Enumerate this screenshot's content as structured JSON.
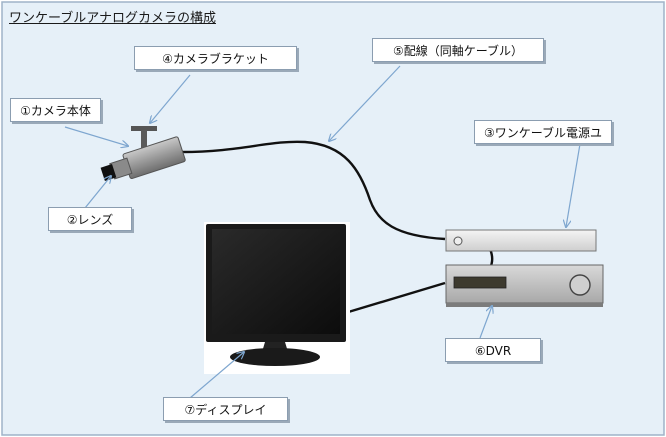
{
  "title": "ワンケーブルアナログカメラの構成",
  "labels": {
    "camera_body": "①カメラ本体",
    "lens": "②レンズ",
    "power_unit": "③ワンケーブル電源ユ",
    "bracket": "④カメラブラケット",
    "cable": "⑤配線（同軸ケーブル）",
    "dvr": "⑥DVR",
    "display": "⑦ディスプレイ"
  },
  "colors": {
    "background": "#e6f0f8",
    "frame_border": "#9fb3c8",
    "arrow": "#7ea6cf",
    "cable": "#111111"
  }
}
